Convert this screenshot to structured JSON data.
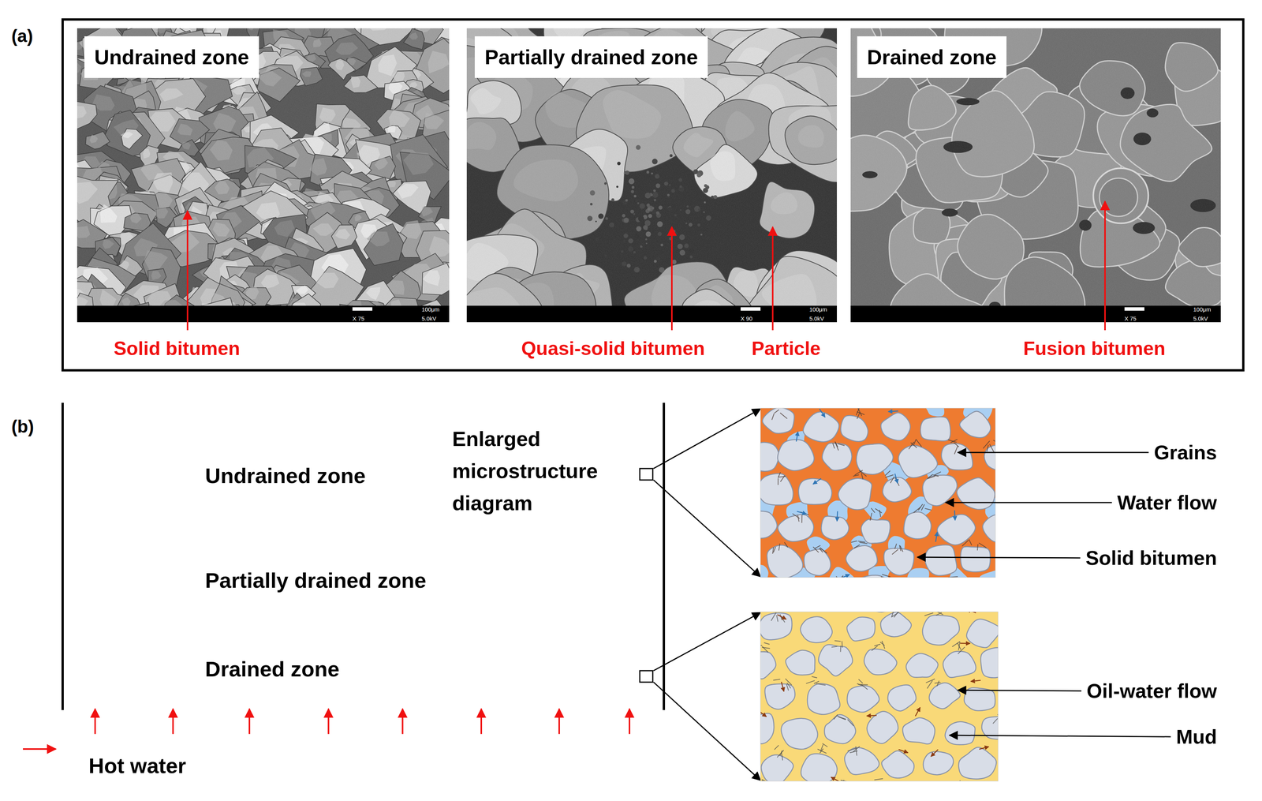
{
  "diagram": {
    "nodes": [
      {
        "text": [
          "Undrained zone"
        ]
      },
      {
        "text": [
          "Partially drained zone"
        ]
      },
      {
        "text": [
          "Drained zone"
        ]
      },
      {
        "text": [
          "Undrained zone"
        ]
      },
      {
        "text": [
          "Partially drained zone"
        ]
      },
      {
        "text": [
          "Drained zone"
        ]
      },
      {
        "text": [
          "Hot water"
        ]
      }
    ],
    "edges": [
      {
        "from": 6,
        "to": 5,
        "arrow": "to"
      },
      {
        "from": 6,
        "to": 5,
        "arrow": "to"
      },
      {
        "from": 6,
        "to": 5,
        "arrow": "to"
      },
      {
        "from": 6,
        "to": 5,
        "arrow": "to"
      },
      {
        "from": 6,
        "to": 5,
        "arrow": "to"
      },
      {
        "from": 6,
        "to": 5,
        "arrow": "to"
      },
      {
        "from": 6,
        "to": 5,
        "arrow": "to"
      },
      {
        "from": 6,
        "to": 5,
        "arrow": "to"
      }
    ],
    "labels": [
      "(a)",
      "100μm",
      "X 75",
      "5.0kV",
      "100μm",
      "X 90",
      "5.0kV",
      "100μm",
      "X 75",
      "5.0kV",
      "Solid bitumen",
      "Quasi-solid bitumen",
      "Particle",
      "Fusion bitumen",
      "(b)",
      "Enlarged microstructure diagram",
      "Grains",
      "Water flow",
      "Solid bitumen",
      "Oil-water flow",
      "Mud"
    ]
  }
}
